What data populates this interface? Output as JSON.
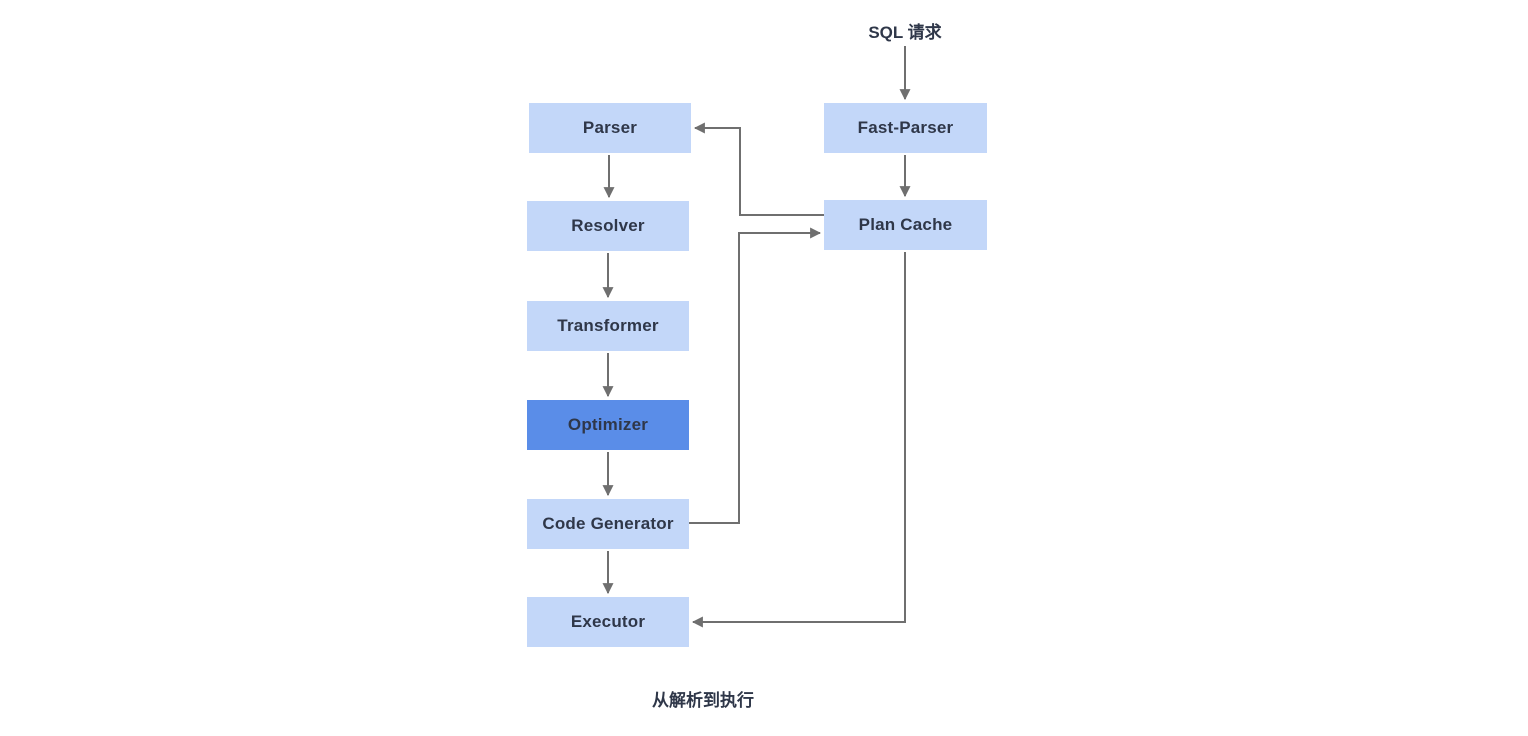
{
  "diagram": {
    "title": "从解析到执行",
    "input_label": "SQL 请求",
    "nodes": [
      {
        "id": "parser",
        "label": "Parser",
        "highlighted": false
      },
      {
        "id": "resolver",
        "label": "Resolver",
        "highlighted": false
      },
      {
        "id": "transformer",
        "label": "Transformer",
        "highlighted": false
      },
      {
        "id": "optimizer",
        "label": "Optimizer",
        "highlighted": true
      },
      {
        "id": "code_generator",
        "label": "Code Generator",
        "highlighted": false
      },
      {
        "id": "executor",
        "label": "Executor",
        "highlighted": false
      },
      {
        "id": "fast_parser",
        "label": "Fast-Parser",
        "highlighted": false
      },
      {
        "id": "plan_cache",
        "label": "Plan Cache",
        "highlighted": false
      }
    ],
    "edges": [
      {
        "from": "sql_request",
        "to": "fast_parser"
      },
      {
        "from": "fast_parser",
        "to": "plan_cache"
      },
      {
        "from": "parser",
        "to": "resolver"
      },
      {
        "from": "resolver",
        "to": "transformer"
      },
      {
        "from": "transformer",
        "to": "optimizer"
      },
      {
        "from": "optimizer",
        "to": "code_generator"
      },
      {
        "from": "code_generator",
        "to": "executor"
      },
      {
        "from": "plan_cache",
        "to": "parser"
      },
      {
        "from": "code_generator",
        "to": "plan_cache"
      },
      {
        "from": "plan_cache",
        "to": "executor"
      }
    ]
  },
  "colors": {
    "node_fill": "#c3d7f9",
    "highlight_fill": "#5a8de8",
    "text_color": "#2f3749",
    "arrow_color": "#6f6f6f",
    "bg_color": "#ffffff"
  }
}
